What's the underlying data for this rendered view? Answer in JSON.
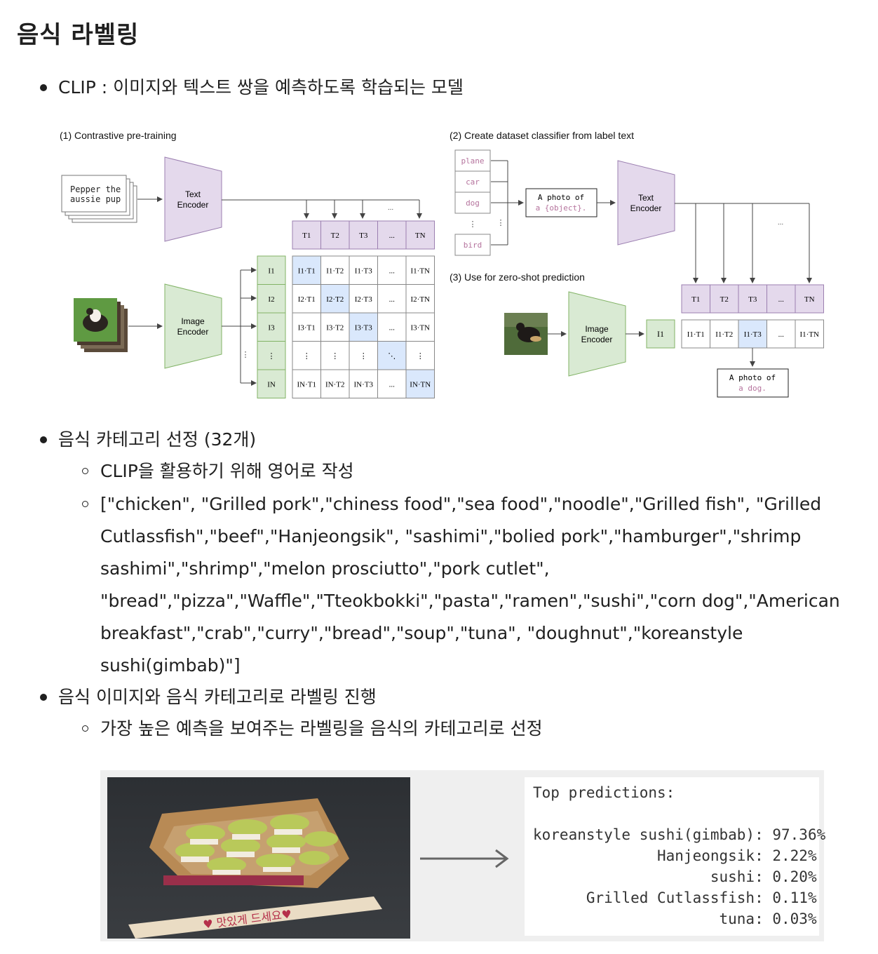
{
  "page": {
    "title": "음식 라벨링"
  },
  "bullets": {
    "clip": "CLIP : 이미지와 텍스트 쌍을 예측하도록 학습되는 모델",
    "category": "음식 카테고리 선정 (32개)",
    "category_sub1": "CLIP을 활용하기 위해 영어로 작성",
    "category_list_lines": [
      "[\"chicken\", \"Grilled pork\",\"chiness food\",\"sea food\",\"noodle\",\"Grilled fish\", \"Grilled",
      "Cutlassfish\",\"beef\",\"Hanjeongsik\", \"sashimi\",\"bolied pork\",\"hamburger\",\"shrimp",
      "sashimi\",\"shrimp\",\"melon prosciutto\",\"pork cutlet\",",
      "\"bread\",\"pizza\",\"Waffle\",\"Tteokbokki\",\"pasta\",\"ramen\",\"sushi\",\"corn dog\",\"American",
      "breakfast\",\"crab\",\"curry\",\"bread\",\"soup\",\"tuna\", \"doughnut\",\"koreanstyle",
      "sushi(gimbab)\"]"
    ],
    "labeling": "음식 이미지와 음식 카테고리로 라벨링 진행",
    "labeling_sub": "가장 높은 예측을 보여주는 라벨링을 음식의 카테고리로 선정"
  },
  "clip_figure": {
    "section1_title": "(1) Contrastive pre-training",
    "section2_title": "(2) Create dataset classifier from label text",
    "section3_title": "(3) Use for zero-shot prediction",
    "text_input": [
      "Pepper the",
      "aussie pup"
    ],
    "text_encoder": [
      "Text",
      "Encoder"
    ],
    "image_encoder": [
      "Image",
      "Encoder"
    ],
    "t_labels": [
      "T1",
      "T2",
      "T3",
      "...",
      "TN"
    ],
    "i_labels": [
      "I1",
      "I2",
      "I3",
      "⋮",
      "IN"
    ],
    "matrix": [
      [
        "I1·T1",
        "I1·T2",
        "I1·T3",
        "...",
        "I1·TN"
      ],
      [
        "I2·T1",
        "I2·T2",
        "I2·T3",
        "...",
        "I2·TN"
      ],
      [
        "I3·T1",
        "I3·T2",
        "I3·T3",
        "...",
        "I3·TN"
      ],
      [
        "⋮",
        "⋮",
        "⋮",
        "⋱",
        "⋮"
      ],
      [
        "IN·T1",
        "IN·T2",
        "IN·T3",
        "...",
        "IN·TN"
      ]
    ],
    "class_labels": [
      "plane",
      "car",
      "dog",
      "⋮",
      "bird"
    ],
    "template": [
      "A photo of",
      "a {object}."
    ],
    "zero_shot_row": [
      "I1·T1",
      "I1·T2",
      "I1·T3",
      "...",
      "I1·TN"
    ],
    "zero_shot_i": "I1",
    "result": [
      "A photo of",
      "a dog."
    ],
    "colors": {
      "purple": "#e4d9ec",
      "purple_stroke": "#9b7fb0",
      "green": "#d9ead3",
      "green_stroke": "#82b366",
      "blue": "#dae8fc",
      "dog_pink": "#b5739d"
    }
  },
  "predictions": {
    "header": "Top predictions:",
    "items": [
      {
        "label": "koreanstyle sushi(gimbab):",
        "value": "97.36%"
      },
      {
        "label": "Hanjeongsik:",
        "value": "2.22%"
      },
      {
        "label": "sushi:",
        "value": "0.20%"
      },
      {
        "label": "Grilled Cutlassfish:",
        "value": "0.11%"
      },
      {
        "label": "tuna:",
        "value": "0.03%"
      }
    ],
    "chopstick_text": "♥ 맛있게 드세요♥"
  }
}
